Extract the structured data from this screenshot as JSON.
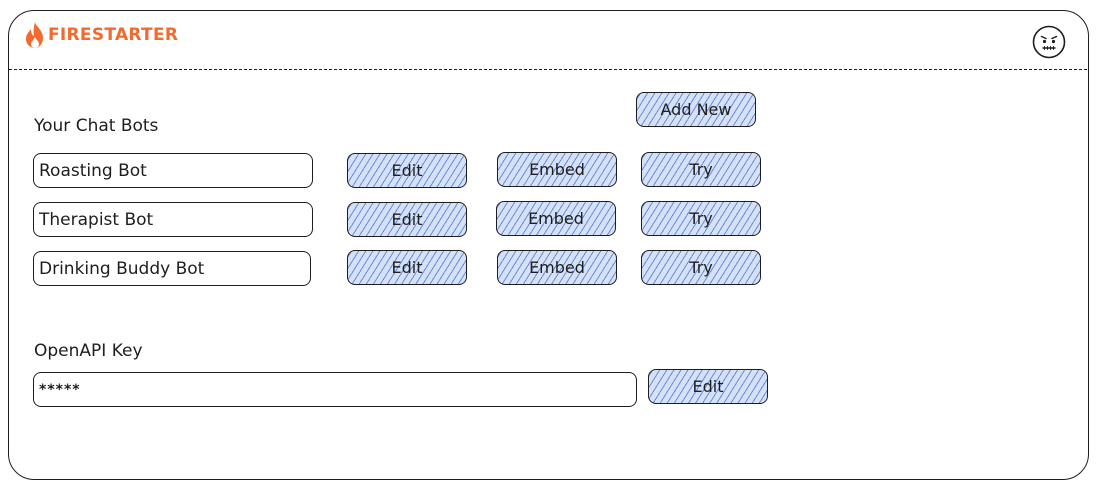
{
  "header": {
    "logo_text": "FIRESTARTER"
  },
  "colors": {
    "brand": "#f26a2e",
    "button_fill": "#d4e1f7",
    "button_hatch": "#4a6ec8",
    "ink": "#1e1e1e"
  },
  "icons": {
    "logo": "flame-icon",
    "user": "face-avatar-icon"
  },
  "bots": {
    "title": "Your Chat Bots",
    "add_new_label": "Add New",
    "items": [
      {
        "name": "Roasting Bot",
        "edit_label": "Edit",
        "embed_label": "Embed",
        "try_label": "Try"
      },
      {
        "name": "Therapist Bot",
        "edit_label": "Edit",
        "embed_label": "Embed",
        "try_label": "Try"
      },
      {
        "name": "Drinking Buddy Bot",
        "edit_label": "Edit",
        "embed_label": "Embed",
        "try_label": "Try"
      }
    ]
  },
  "openapi": {
    "label": "OpenAPI Key",
    "value": "*****",
    "edit_label": "Edit"
  }
}
